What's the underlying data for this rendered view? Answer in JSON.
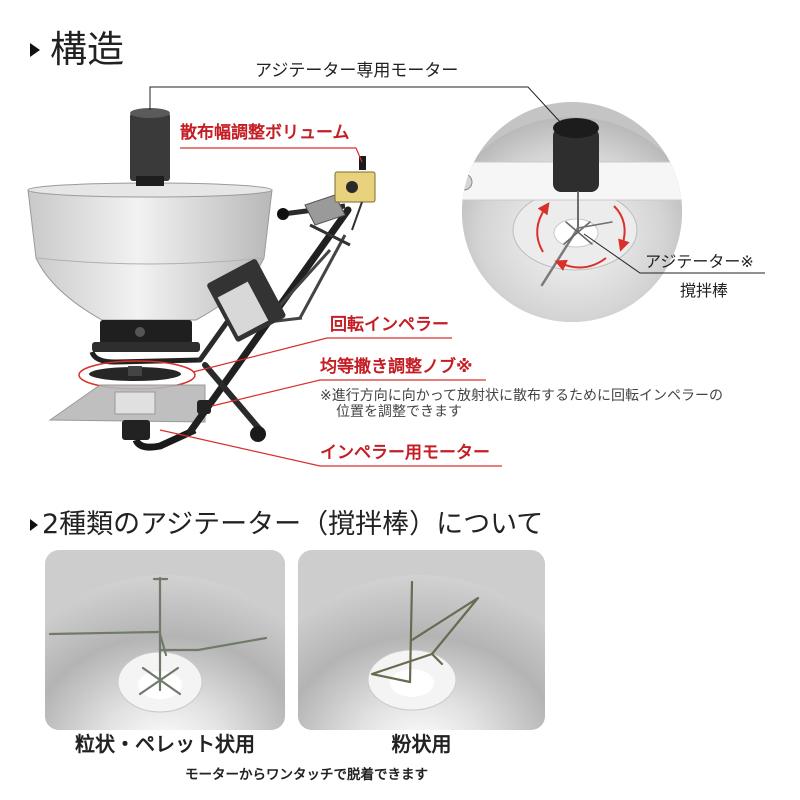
{
  "section_structure": {
    "title": "構造"
  },
  "callouts": {
    "agitator_motor": "アジテーター専用モーター",
    "spread_width_volume": "散布幅調整ボリューム",
    "rotary_impeller": "回転インペラー",
    "even_spread_knob": "均等撒き調整ノブ※",
    "even_spread_note": [
      "※進行方向に向かって放射状に散布するために回転インペラーの",
      "位置を調整できます"
    ],
    "impeller_motor": "インペラー用モーター",
    "agitator": "アジテーター※",
    "stirring_rod": "撹拌棒"
  },
  "section_agitators": {
    "title": "2種類のアジテーター（撹拌棒）について",
    "types": [
      {
        "caption": "粒状・ペレット状用"
      },
      {
        "caption": "粉状用"
      }
    ],
    "footnote": "モーターからワンタッチで脱着できます"
  },
  "icons": {
    "heading_bullet": "triangle-bullet-icon"
  },
  "colors": {
    "callout_red": "#c41e24",
    "leader_red": "#d9302c",
    "text": "#222222",
    "note_text": "#444444"
  }
}
